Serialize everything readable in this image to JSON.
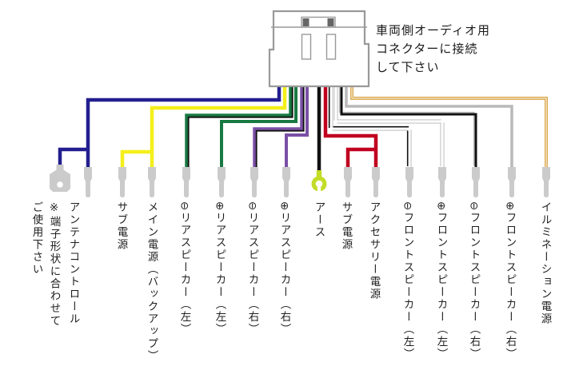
{
  "connector": {
    "note": "車両側オーディオ用\nコネクターに接続\nして下さい"
  },
  "antenna_note": {
    "line1": "※端子形状に合わせて",
    "line2": "ご使用下さい"
  },
  "colors": {
    "navy": "#221e8f",
    "yellow": "#f4ef1a",
    "green": "#187a42",
    "purple": "#7a50a5",
    "black": "#111111",
    "red": "#c10020",
    "white": "#ffffff",
    "gray": "#b9b9b9",
    "orange": "#d8a03c",
    "stripe": "#111111",
    "white_edge": "#c4c4c4",
    "terminal": "#cbcbcb",
    "ring": "#c3dc28",
    "outline": "#999999",
    "pin_dark": "#666666"
  },
  "wires": [
    {
      "id": "antenna-control",
      "label": "アンテナコントロール",
      "color": "#221e8f"
    },
    {
      "id": "sub-power-1",
      "label": "サブ電源",
      "color": "#f4ef1a"
    },
    {
      "id": "main-power-backup",
      "label": "メイン電源（バックアップ）",
      "color": "#f4ef1a"
    },
    {
      "id": "rear-speaker-left-minus",
      "label": "⊖リアスピーカー（左）",
      "color": "#187a42"
    },
    {
      "id": "rear-speaker-left-plus",
      "label": "⊕リアスピーカー（左）",
      "color": "#187a42"
    },
    {
      "id": "rear-speaker-right-minus",
      "label": "⊖リアスピーカー（右）",
      "color": "#7a50a5"
    },
    {
      "id": "rear-speaker-right-plus",
      "label": "⊕リアスピーカー（右）",
      "color": "#7a50a5"
    },
    {
      "id": "ground",
      "label": "アース",
      "color": "#111111"
    },
    {
      "id": "sub-power-2",
      "label": "サブ電源",
      "color": "#c10020"
    },
    {
      "id": "accessory-power",
      "label": "アクセサリー電源",
      "color": "#c10020"
    },
    {
      "id": "front-speaker-left-minus",
      "label": "⊖フロントスピーカー（左）",
      "color": "#ffffff"
    },
    {
      "id": "front-speaker-left-plus",
      "label": "⊕フロントスピーカー（左）",
      "color": "#ffffff"
    },
    {
      "id": "front-speaker-right-minus",
      "label": "⊖フロントスピーカー（右）",
      "color": "#b9b9b9"
    },
    {
      "id": "front-speaker-right-plus",
      "label": "⊕フロントスピーカー（右）",
      "color": "#b9b9b9"
    },
    {
      "id": "illumination-power",
      "label": "イルミネーション電源",
      "color": "#d8a03c"
    }
  ]
}
